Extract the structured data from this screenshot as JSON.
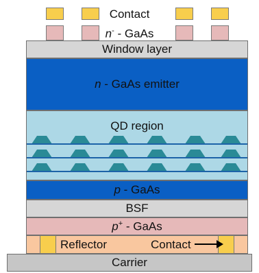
{
  "top_contact": {
    "contact_label": "Contact",
    "cap_label_prefix": "n",
    "cap_label_sup": "-",
    "cap_label_suffix": " - GaAs"
  },
  "layers": {
    "window": "Window layer",
    "emitter_prefix": "n",
    "emitter_suffix": " - GaAs emitter",
    "qd_region": "QD region",
    "p_gaas_prefix": "p",
    "p_gaas_suffix": " - GaAs",
    "bsf": "BSF",
    "p_plus_prefix": "p",
    "p_plus_sup": "+",
    "p_plus_suffix": " - GaAs",
    "reflector": "Reflector",
    "reflector_contact": "Contact",
    "carrier": "Carrier"
  },
  "colors": {
    "contact_gold": "#f8ce4d",
    "cap_pink": "#e6b9b9",
    "window_gray": "#d6d6d6",
    "emitter_blue": "#0a5fc4",
    "qd_light_blue": "#add8e6",
    "qd_dot_teal": "#2a8a96",
    "qd_line_blue": "#1c63a8",
    "reflector_peach": "#f9c79f",
    "carrier_gray": "#c6c6c6"
  }
}
